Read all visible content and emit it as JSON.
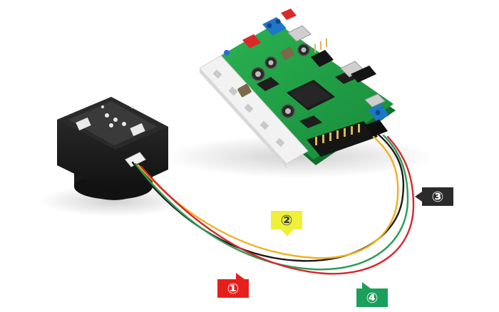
{
  "callouts": [
    {
      "label": "①",
      "color": "#e5201c"
    },
    {
      "label": "②",
      "color": "#eef03a"
    },
    {
      "label": "③",
      "color": "#2b2b2b"
    },
    {
      "label": "④",
      "color": "#1aa05a"
    }
  ],
  "wires": {
    "red": "#d8262a",
    "yellow": "#f0b020",
    "black": "#1a1a1a",
    "green": "#2c9a56"
  },
  "board": {
    "pcb_color": "#22a24a",
    "terminal_color": "#1e78c8"
  },
  "camera": {
    "body_color": "#1c1c1c"
  }
}
